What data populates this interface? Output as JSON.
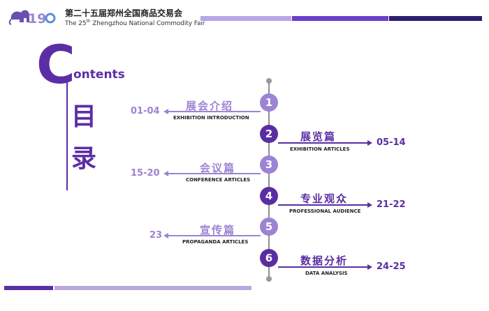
{
  "header": {
    "title_cn": "第二十五届郑州全国商品交易会",
    "title_en_prefix": "The 25",
    "title_en_sup": "th",
    "title_en_suffix": "Zhengzhou National Commodity Fair",
    "logo_text": "2019"
  },
  "contents": {
    "big_letter": "C",
    "rest": "ontents",
    "mulu": [
      "目",
      "录"
    ]
  },
  "items": [
    {
      "num": "1",
      "title_cn": "展会介绍",
      "title_en": "EXHIBITION INTRODUCTION",
      "pages": "01-04"
    },
    {
      "num": "2",
      "title_cn": "展览篇",
      "title_en": "EXHIBITION ARTICLES",
      "pages": "05-14"
    },
    {
      "num": "3",
      "title_cn": "会议篇",
      "title_en": "CONFERENCE ARTICLES",
      "pages": "15-20"
    },
    {
      "num": "4",
      "title_cn": "专业观众",
      "title_en": "PROFESSIONAL AUDIENCE",
      "pages": "21-22"
    },
    {
      "num": "5",
      "title_cn": "宣传篇",
      "title_en": "PROPAGANDA ARTICLES",
      "pages": "23"
    },
    {
      "num": "6",
      "title_cn": "数据分析",
      "title_en": "DATA ANALYSIS",
      "pages": "24-25"
    }
  ],
  "colors": {
    "primary": "#5a2ea3",
    "light": "#9c83d3",
    "navy": "#2d1d6e"
  }
}
